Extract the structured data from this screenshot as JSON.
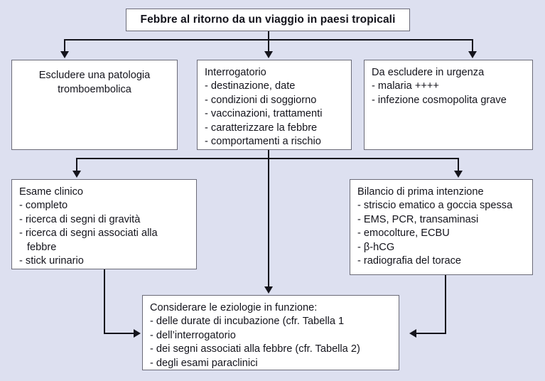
{
  "diagram": {
    "title": "Febbre al ritorno da un viaggio in paesi tropicali",
    "background_color": "#dde0f0",
    "box_fill_color": "#ffffff",
    "box_border_color": "#6b6b78",
    "connector_color": "#14141c",
    "nodes": {
      "thromboembolic": {
        "heading": "Escludere una patologia",
        "heading_line2": "tromboembolica"
      },
      "interrogation": {
        "heading": "Interrogatorio",
        "items": [
          "- destinazione, date",
          "- condizioni di soggiorno",
          "- vaccinazioni, trattamenti",
          "- caratterizzare la febbre",
          "- comportamenti a rischio"
        ]
      },
      "urgent": {
        "heading": "Da escludere in urgenza",
        "items": [
          "- malaria ++++",
          "- infezione cosmopolita grave"
        ]
      },
      "clinical_exam": {
        "heading": "Esame clinico",
        "items": [
          "- completo",
          "- ricerca di segni di gravità",
          "- ricerca di segni associati alla",
          "febbre",
          "- stick urinario"
        ]
      },
      "first_line_workup": {
        "heading": "Bilancio di prima intenzione",
        "items": [
          "- striscio ematico a goccia spessa",
          "- EMS, PCR, transaminasi",
          "- emocolture, ECBU",
          "- β-hCG",
          "- radiografia del torace"
        ]
      },
      "etiologies": {
        "heading": "Considerare le eziologie in funzione:",
        "items": [
          "- delle durate di incubazione (cfr. Tabella 1",
          "- dell’interrogatorio",
          "- dei segni associati alla febbre (cfr. Tabella 2)",
          "- degli esami paraclinici"
        ]
      }
    }
  }
}
